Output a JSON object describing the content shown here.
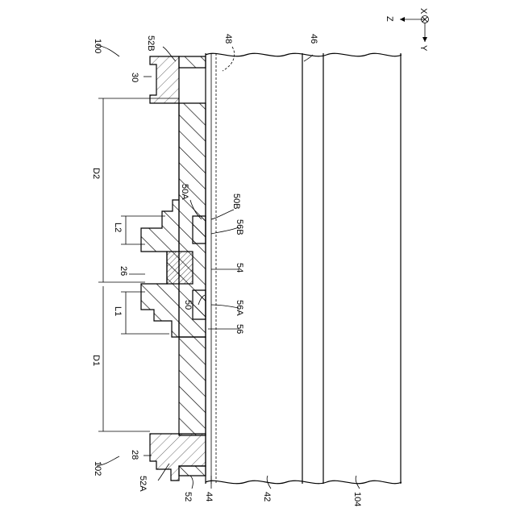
{
  "labels": {
    "device": "100",
    "device_alt": "102",
    "terminal_top": "30",
    "terminal_top_part": "52B",
    "terminal_bottom": "28",
    "terminal_bottom_part": "52A",
    "bottom_part": "52",
    "chip": "26",
    "layer_44": "44",
    "layer_42": "42",
    "layer_46": "46",
    "layer_48": "48",
    "substrate": "104",
    "pad_50": "50",
    "pad_50A": "50A",
    "pad_50B": "50B",
    "pattern_54": "54",
    "pattern_56": "56",
    "pattern_56A": "56A",
    "pattern_56B": "56B",
    "dim_D1": "D1",
    "dim_D2": "D2",
    "dim_L1": "L1",
    "dim_L2": "L2"
  },
  "axes": {
    "z": "Z",
    "x": "X",
    "y": "Y"
  }
}
